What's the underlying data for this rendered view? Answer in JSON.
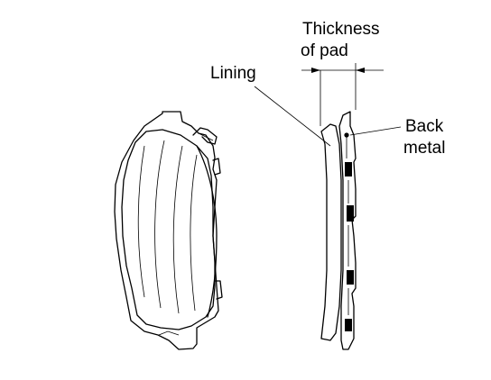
{
  "labels": {
    "thickness_line1": "Thickness",
    "thickness_line2": "of pad",
    "lining": "Lining",
    "back_line1": "Back",
    "back_line2": "metal"
  }
}
